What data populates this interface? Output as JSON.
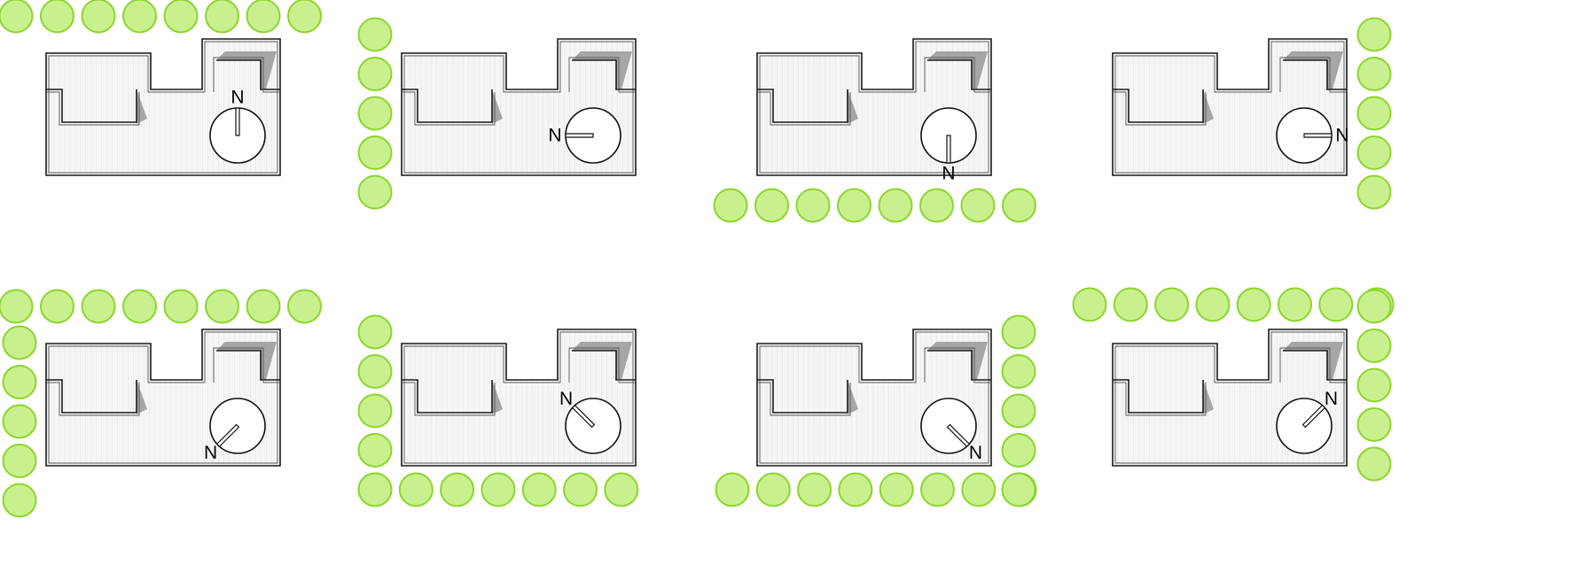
{
  "north_label": "N",
  "colors": {
    "tree_fill": "#c9f08e",
    "tree_stroke": "#8bd62a",
    "floor": "#f4f4f4",
    "shadow": "#a6a6a6",
    "wall": "#1a1a1a"
  },
  "panels": [
    {
      "id": "p1",
      "north": "up",
      "trees": [
        "top"
      ]
    },
    {
      "id": "p2",
      "north": "left",
      "trees": [
        "left"
      ]
    },
    {
      "id": "p3",
      "north": "down",
      "trees": [
        "bottom"
      ]
    },
    {
      "id": "p4",
      "north": "right",
      "trees": [
        "right"
      ]
    },
    {
      "id": "p5",
      "north": "down-left",
      "trees": [
        "top",
        "left"
      ]
    },
    {
      "id": "p6",
      "north": "up-left",
      "trees": [
        "left",
        "bottom"
      ]
    },
    {
      "id": "p7",
      "north": "down-right",
      "trees": [
        "bottom",
        "right"
      ]
    },
    {
      "id": "p8",
      "north": "up-right",
      "trees": [
        "top",
        "right"
      ]
    }
  ]
}
